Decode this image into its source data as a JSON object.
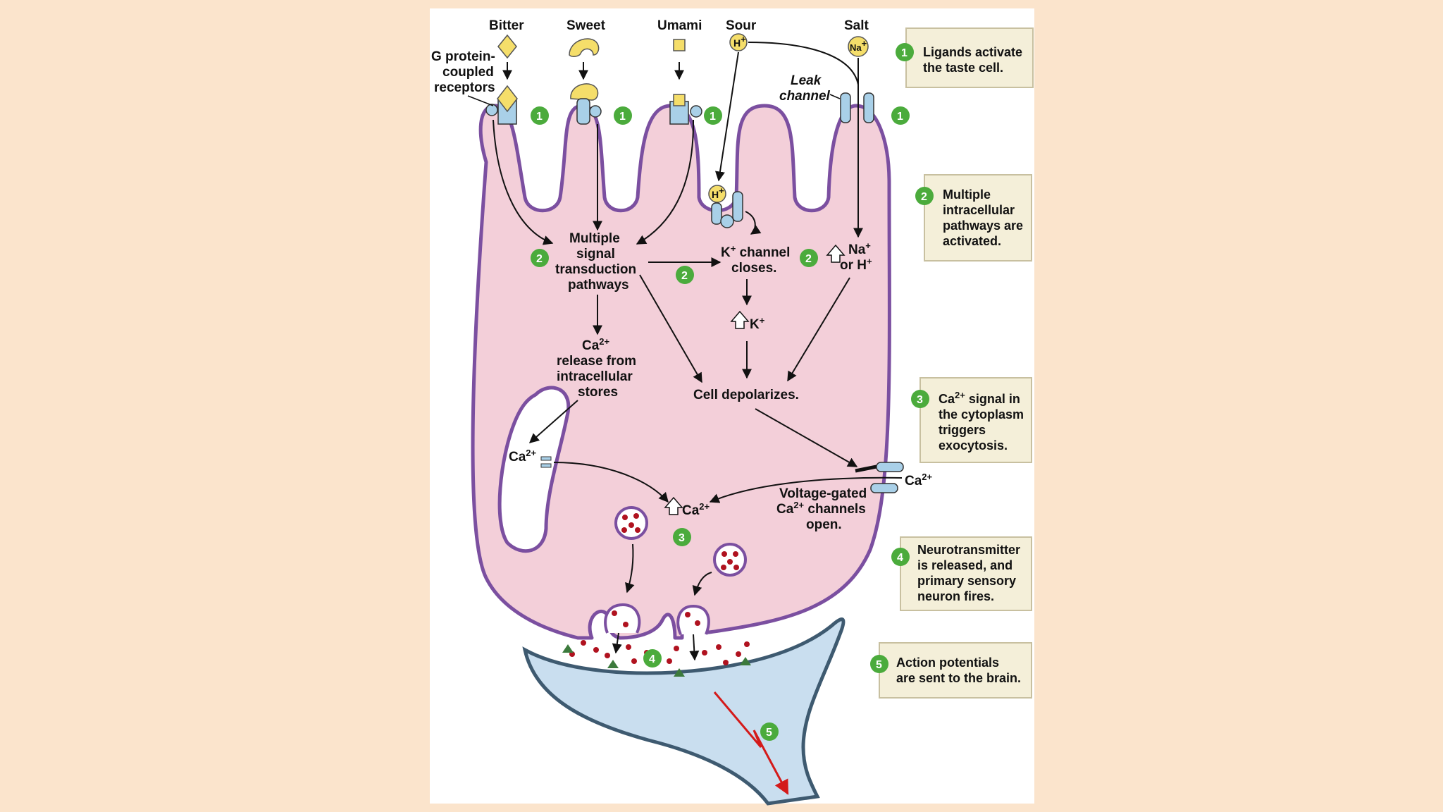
{
  "tastants": {
    "bitter": "Bitter",
    "sweet": "Sweet",
    "umami": "Umami",
    "sour": "Sour",
    "salt": "Salt"
  },
  "ions": {
    "h_plus": "H",
    "plus": "+",
    "na_plus": "Na",
    "ca": "Ca",
    "two_plus": "2+",
    "k": "K"
  },
  "labels": {
    "gpcr": [
      "G protein-",
      "coupled",
      "receptors"
    ],
    "leak": [
      "Leak",
      "channel"
    ],
    "multiple": [
      "Multiple",
      "signal",
      "transduction",
      "pathways"
    ],
    "k_channel": [
      "K",
      "channel",
      "closes."
    ],
    "na_or_h": [
      "Na",
      "or H"
    ],
    "ca_release": [
      "release from",
      "intracellular",
      "stores"
    ],
    "depolarizes": "Cell depolarizes.",
    "vg": [
      "Voltage-gated",
      "channels",
      "open."
    ]
  },
  "steps": [
    {
      "num": "1",
      "lines": [
        "Ligands activate",
        "the taste cell."
      ]
    },
    {
      "num": "2",
      "lines": [
        "Multiple",
        "intracellular",
        "pathways are",
        "activated."
      ]
    },
    {
      "num": "3",
      "lines": [
        "signal in",
        "the cytoplasm",
        "triggers",
        "exocytosis."
      ]
    },
    {
      "num": "4",
      "lines": [
        "Neurotransmitter",
        "is released, and",
        "primary sensory",
        "neuron fires."
      ]
    },
    {
      "num": "5",
      "lines": [
        "Action potentials",
        "are sent to the brain."
      ]
    }
  ],
  "colors": {
    "cell": "#f3cfd9",
    "membrane": "#7b4fa0",
    "neuron": "#c9deef",
    "badge": "#4bab3c",
    "ligand": "#f5de6a",
    "receptor": "#a9d0e8",
    "vesicle_dot": "#b0121f",
    "ap": "#d41a1a",
    "caption_bg": "#f4efd9"
  }
}
